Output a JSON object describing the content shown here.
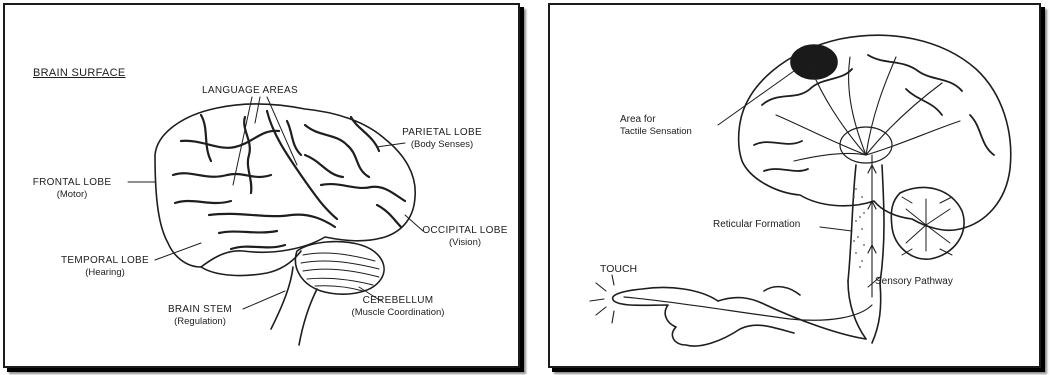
{
  "left_panel": {
    "title": "BRAIN SURFACE",
    "labels": {
      "language_areas": "LANGUAGE AREAS",
      "parietal_lobe": "PARIETAL LOBE",
      "parietal_sub": "(Body Senses)",
      "frontal_lobe": "FRONTAL LOBE",
      "frontal_sub": "(Motor)",
      "occipital_lobe": "OCCIPITAL LOBE",
      "occipital_sub": "(Vision)",
      "temporal_lobe": "TEMPORAL LOBE",
      "temporal_sub": "(Hearing)",
      "brain_stem": "BRAIN STEM",
      "brain_stem_sub": "(Regulation)",
      "cerebellum": "CEREBELLUM",
      "cerebellum_sub": "(Muscle Coordination)"
    }
  },
  "right_panel": {
    "labels": {
      "tactile_line1": "Area for",
      "tactile_line2": "Tactile Sensation",
      "reticular": "Reticular Formation",
      "touch": "TOUCH",
      "sensory": "Sensory Pathway"
    }
  },
  "colors": {
    "ink": "#1e1e1e",
    "paper": "#ffffff",
    "frame": "#1b1b1b"
  }
}
